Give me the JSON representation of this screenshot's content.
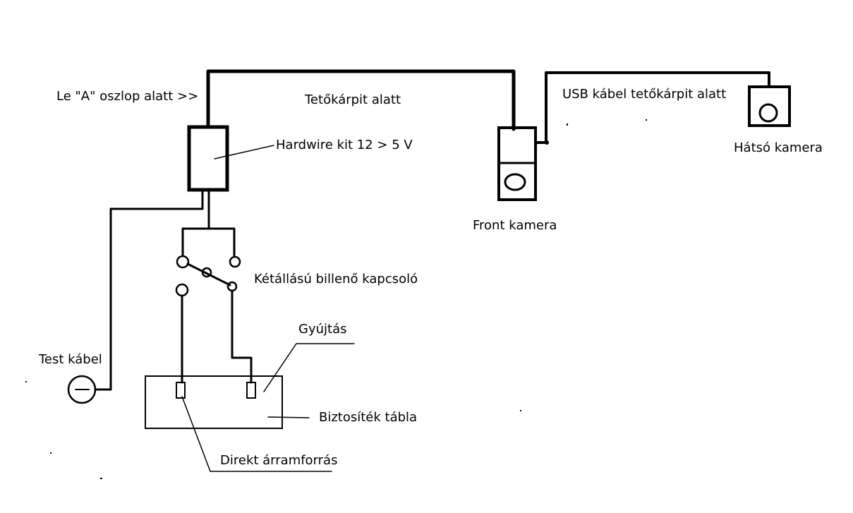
{
  "diagram": {
    "labels": {
      "a_pillar": "Le \"A\" oszlop alatt >>",
      "headliner": "Tetőkárpit alatt",
      "usb_cable": "USB kábel tetőkárpit alatt",
      "rear_camera": "Hátsó kamera",
      "hardwire_kit": "Hardwire kit 12 > 5 V",
      "front_camera": "Front kamera",
      "toggle_switch": "Kétállású billenő kapcsoló",
      "ignition": "Gyújtás",
      "test_cable": "Test kábel",
      "fuse_box": "Biztosíték tábla",
      "direct_power": "Direkt árramforrás"
    },
    "colors": {
      "ink": "#000000",
      "background": "#ffffff"
    }
  }
}
